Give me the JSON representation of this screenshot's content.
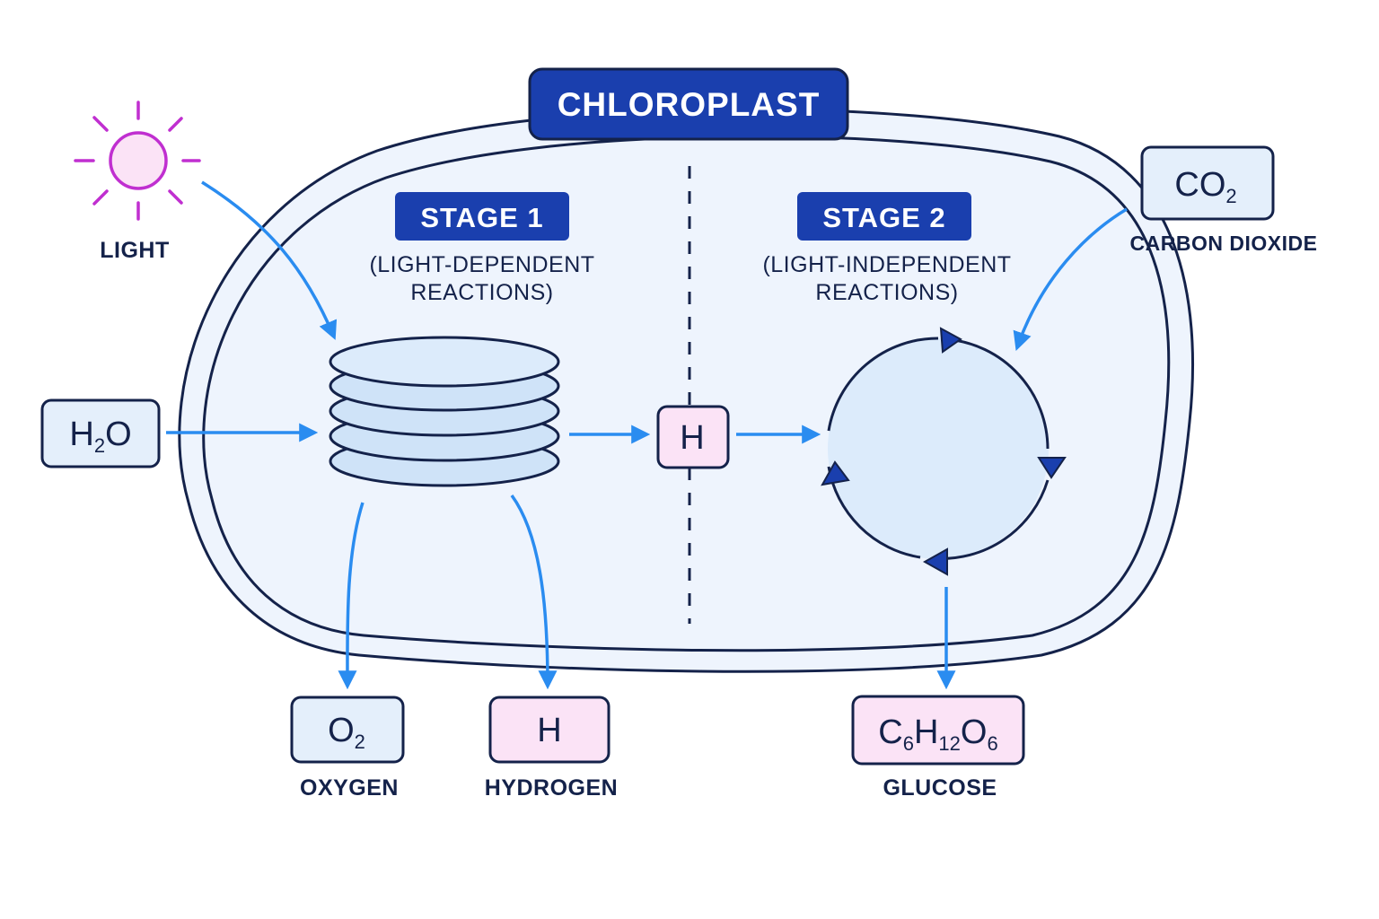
{
  "title": "CHLOROPLAST",
  "stage1": {
    "label": "STAGE 1",
    "sub_line1": "(LIGHT-DEPENDENT",
    "sub_line2": "REACTIONS)"
  },
  "stage2": {
    "label": "STAGE 2",
    "sub_line1": "(LIGHT-INDEPENDENT",
    "sub_line2": "REACTIONS)"
  },
  "inputs": {
    "light": {
      "label": "LIGHT",
      "icon": "sun-icon"
    },
    "water": {
      "formula": "H",
      "sub": "2",
      "tail": "O"
    },
    "carbon_dioxide": {
      "formula": "CO",
      "sub": "2",
      "label": "CARBON DIOXIDE"
    }
  },
  "intermediate": {
    "formula": "H"
  },
  "outputs": {
    "oxygen": {
      "formula": "O",
      "sub": "2",
      "label": "OXYGEN"
    },
    "hydrogen": {
      "formula": "H",
      "label": "HYDROGEN"
    },
    "glucose": {
      "c": "C",
      "c_sub": "6",
      "h": "H",
      "h_sub": "12",
      "o": "O",
      "o_sub": "6",
      "label": "GLUCOSE"
    }
  },
  "colors": {
    "navy": "#1a3fae",
    "dark_outline": "#14224a",
    "arrow_blue": "#2a8cf0",
    "blue_fill": "#e4effb",
    "pink_fill": "#fbe3f6",
    "sun_magenta": "#c02fd0",
    "chloroplast_fill": "#eef4fd"
  }
}
